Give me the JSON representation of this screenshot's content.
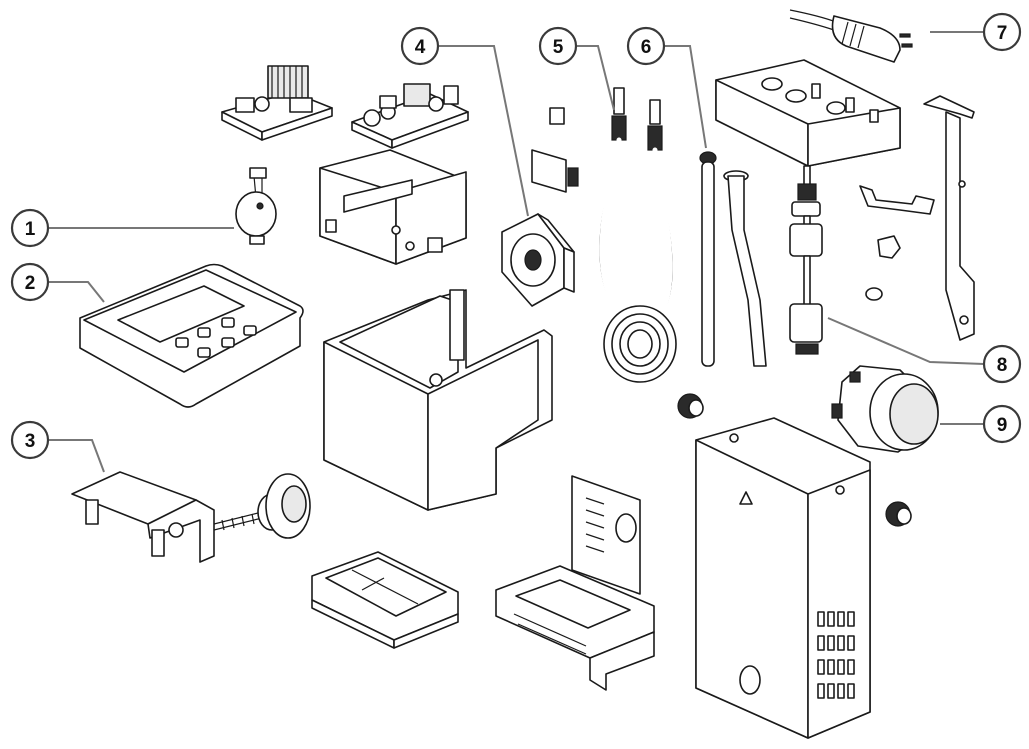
{
  "callouts": [
    {
      "id": "1",
      "label": "1"
    },
    {
      "id": "2",
      "label": "2"
    },
    {
      "id": "3",
      "label": "3"
    },
    {
      "id": "4",
      "label": "4"
    },
    {
      "id": "5",
      "label": "5"
    },
    {
      "id": "6",
      "label": "6"
    },
    {
      "id": "7",
      "label": "7"
    },
    {
      "id": "8",
      "label": "8"
    },
    {
      "id": "9",
      "label": "9"
    }
  ],
  "colors": {
    "line": "#1a1a1a",
    "leader": "#777777",
    "background": "#ffffff"
  }
}
